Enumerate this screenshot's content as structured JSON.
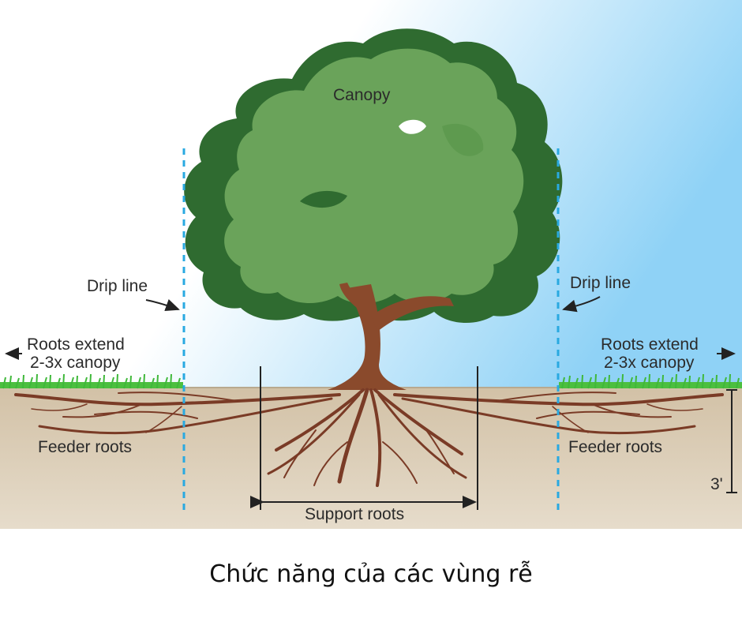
{
  "labels": {
    "canopy": "Canopy",
    "drip_line_left": "Drip line",
    "drip_line_right": "Drip line",
    "roots_extend_left_line1": "Roots extend",
    "roots_extend_left_line2": "2-3x canopy",
    "roots_extend_right_line1": "Roots extend",
    "roots_extend_right_line2": "2-3x canopy",
    "feeder_roots_left": "Feeder roots",
    "feeder_roots_right": "Feeder roots",
    "support_roots": "Support roots",
    "depth": "3'"
  },
  "caption": "Chức năng của các vùng rễ",
  "colors": {
    "sky": "#9ed8f7",
    "soil": "#d9cbb5",
    "grass": "#3fb83a",
    "canopy_light": "#6aa35a",
    "canopy_dark": "#2f6b30",
    "trunk": "#8a4a2c",
    "roots": "#7a3b26",
    "drip_line": "#29a9e1"
  }
}
